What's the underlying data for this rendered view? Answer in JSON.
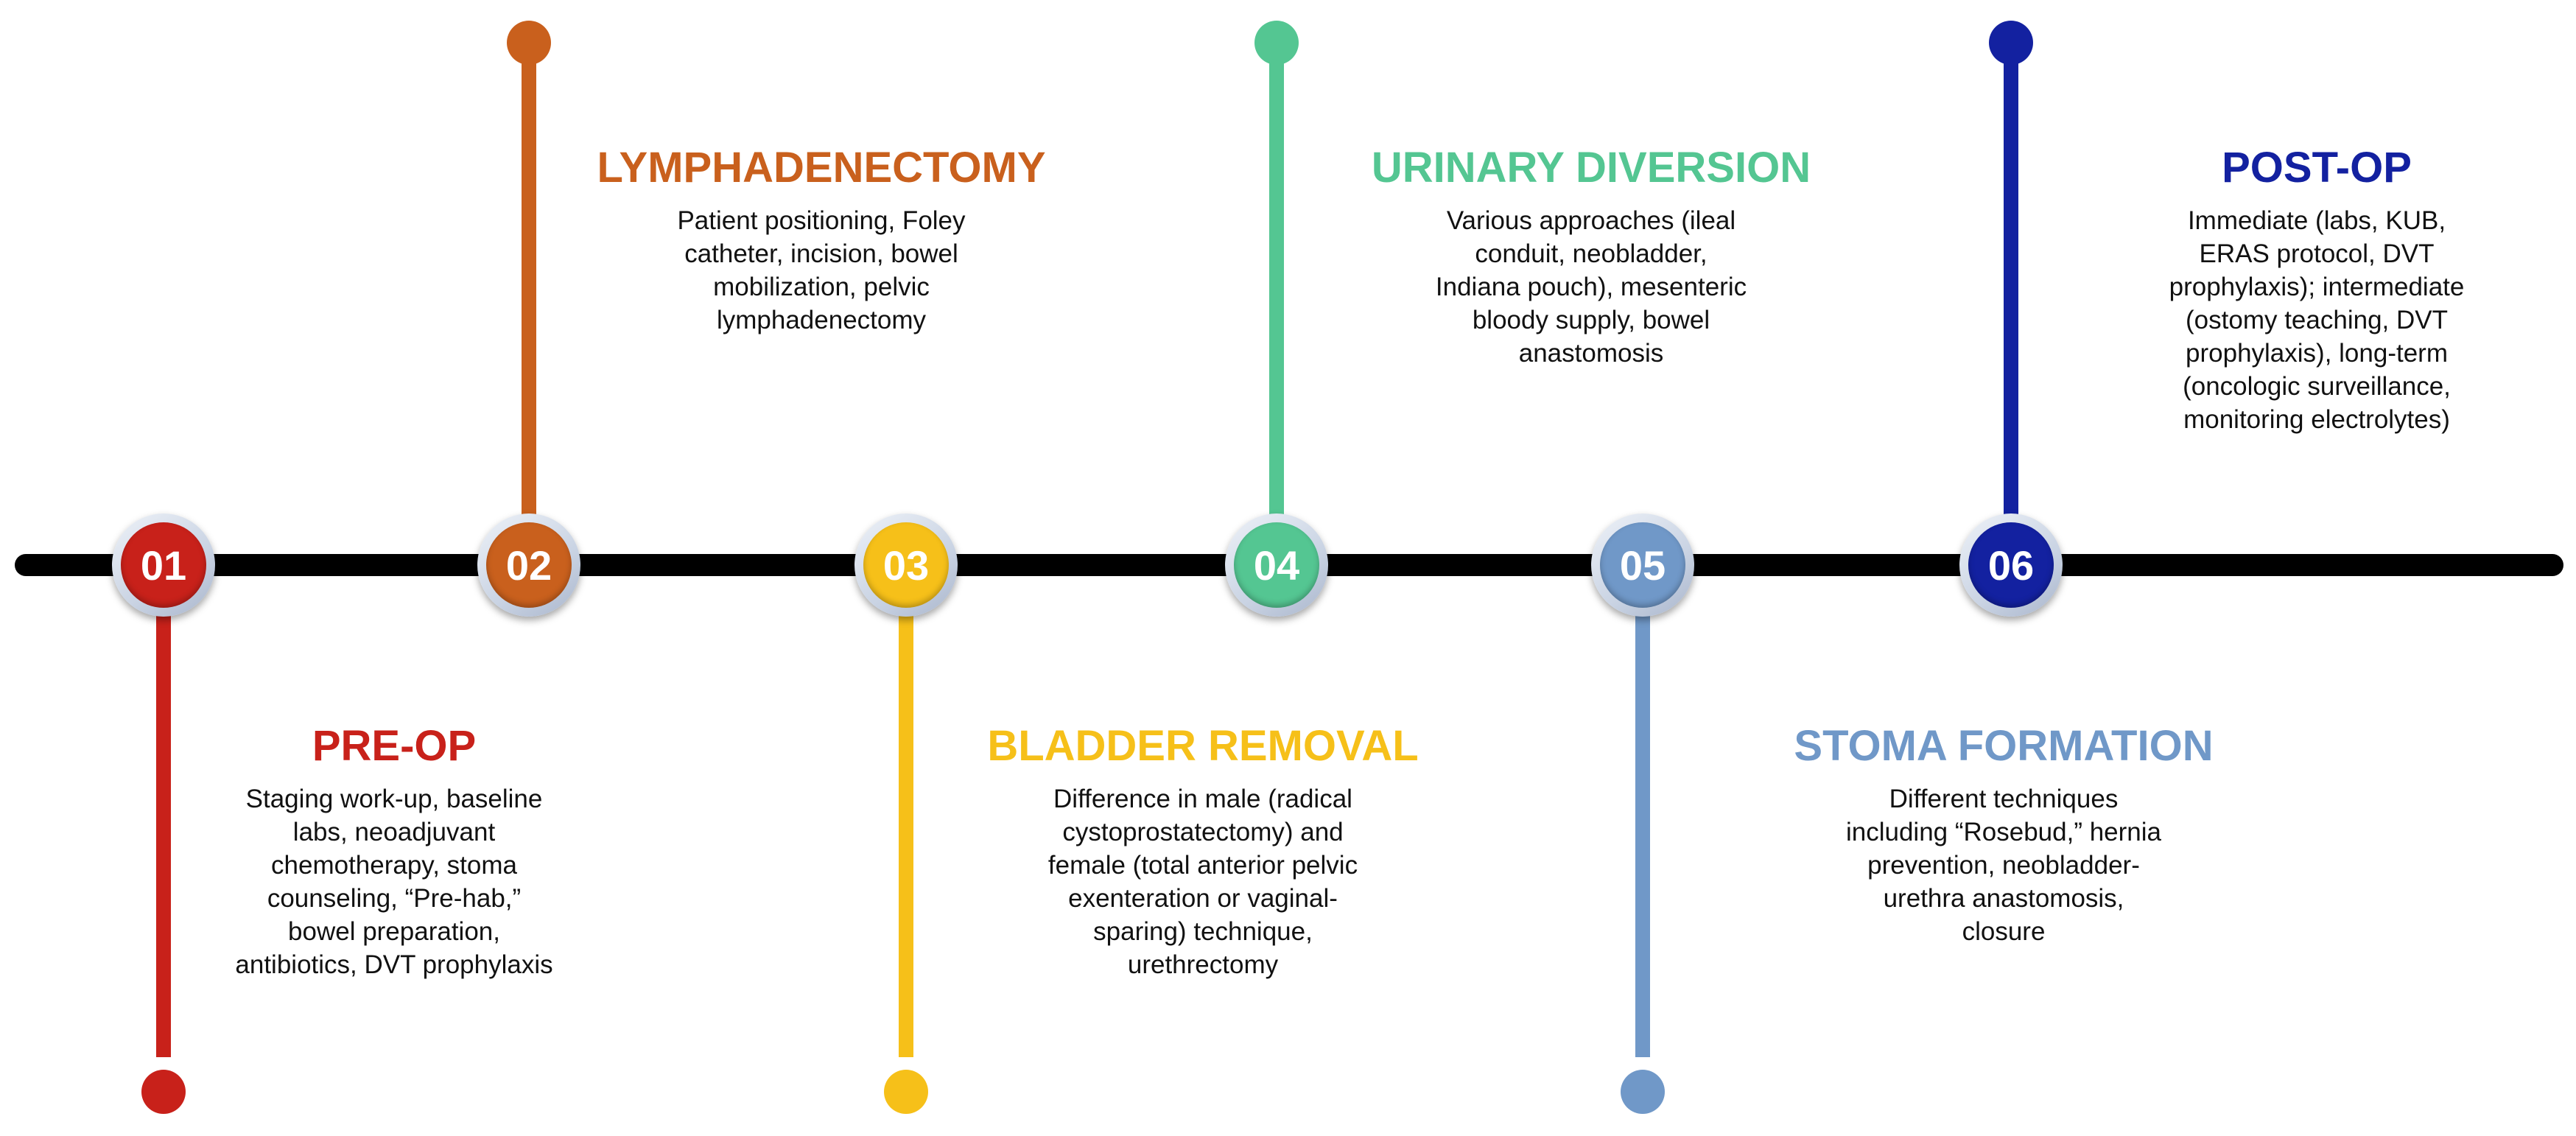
{
  "colors": {
    "axis": "#000000",
    "step1": "#c8211a",
    "step2": "#c9601d",
    "step3": "#f6c019",
    "step4": "#54c692",
    "step5": "#7098c8",
    "step6": "#1321a0"
  },
  "steps": [
    {
      "number": "01",
      "title": "PRE-OP",
      "description_lines": [
        "Staging work-up, baseline",
        "labs, neoadjuvant",
        "chemotherapy, stoma",
        "counseling, “Pre-hab,”",
        "bowel preparation,",
        "antibiotics, DVT prophylaxis"
      ]
    },
    {
      "number": "02",
      "title": "LYMPHADENECTOMY",
      "description_lines": [
        "Patient positioning, Foley",
        "catheter, incision, bowel",
        "mobilization, pelvic",
        "lymphadenectomy"
      ]
    },
    {
      "number": "03",
      "title": "BLADDER REMOVAL",
      "description_lines": [
        "Difference in male (radical",
        "cystoprostatectomy) and",
        "female (total anterior pelvic",
        "exenteration or vaginal-",
        "sparing) technique,",
        "urethrectomy"
      ]
    },
    {
      "number": "04",
      "title": "URINARY DIVERSION",
      "description_lines": [
        "Various approaches (ileal",
        "conduit, neobladder,",
        "Indiana pouch), mesenteric",
        "bloody supply, bowel",
        "anastomosis"
      ]
    },
    {
      "number": "05",
      "title": "STOMA FORMATION",
      "description_lines": [
        "Different techniques",
        "including “Rosebud,” hernia",
        "prevention, neobladder-",
        "urethra anastomosis,",
        "closure"
      ]
    },
    {
      "number": "06",
      "title": "POST-OP",
      "description_lines": [
        "Immediate (labs, KUB,",
        "ERAS protocol, DVT",
        "prophylaxis); intermediate",
        "(ostomy teaching, DVT",
        "prophylaxis), long-term",
        "(oncologic surveillance,",
        "monitoring electrolytes)"
      ]
    }
  ]
}
